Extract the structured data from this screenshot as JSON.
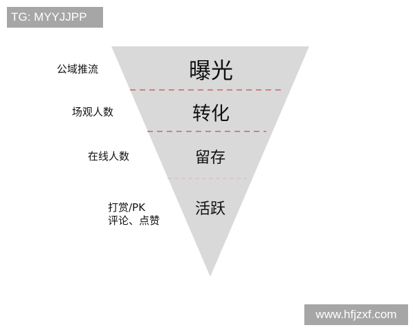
{
  "watermarks": {
    "top_left": "TG: MYYJJPP",
    "bottom_right": "www.hfjzxf.com"
  },
  "funnel": {
    "stages": [
      {
        "name": "曝光",
        "label": "公域推流"
      },
      {
        "name": "转化",
        "label": "场观人数"
      },
      {
        "name": "留存",
        "label": "在线人数"
      },
      {
        "name": "活跃",
        "label_line1": "打赏/PK",
        "label_line2": "评论、点赞"
      }
    ],
    "colors": {
      "fill": "#d9d9d9",
      "divider": "#c0504d"
    }
  }
}
